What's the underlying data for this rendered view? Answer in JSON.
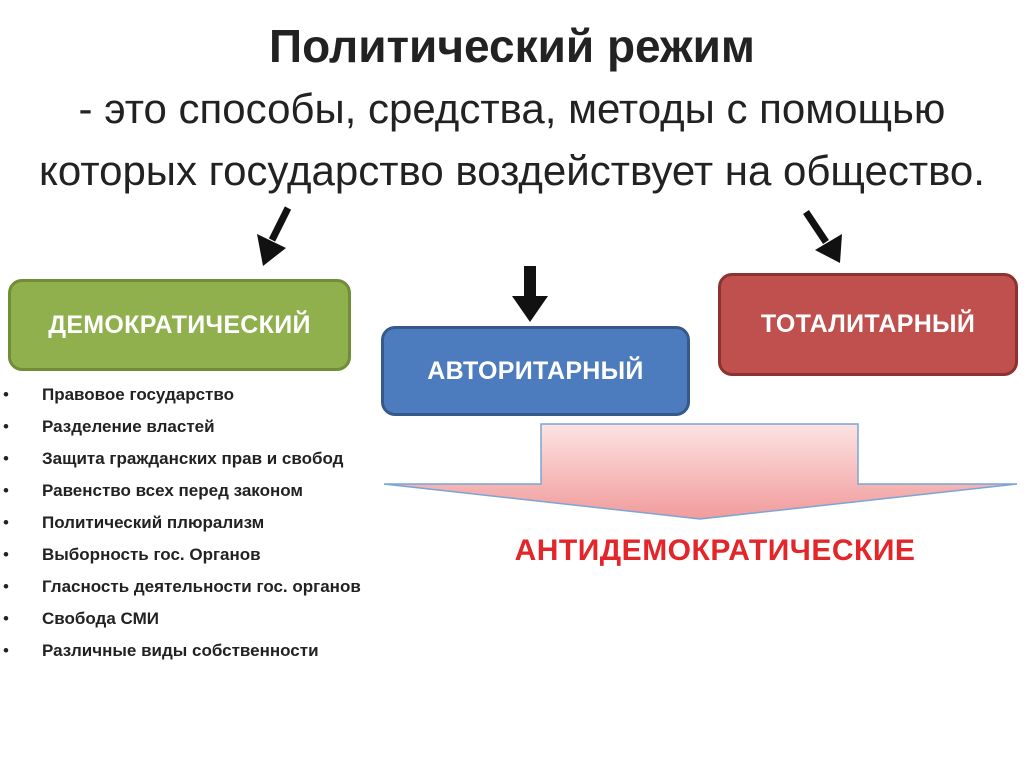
{
  "header": {
    "title": "Политический режим",
    "subtitle": "- это способы, средства, методы с помощью которых государство воздействует на общество."
  },
  "regimes": {
    "democratic": "ДЕМОКРАТИЧЕСКИЙ",
    "authoritarian": "АВТОРИТАРНЫЙ",
    "totalitarian": "ТОТАЛИТАРНЫЙ"
  },
  "democratic_features": [
    "Правовое государство",
    "Разделение властей",
    "Защита гражданских прав и свобод",
    "Равенство всех перед законом",
    "Политический плюрализм",
    "Выборность гос. Органов",
    "Гласность деятельности гос. органов",
    "Свобода СМИ",
    "Различные виды собственности"
  ],
  "bullet_symbol": "•",
  "anti_label": "АНТИДЕМОКРАТИЧЕСКИЕ",
  "colors": {
    "democratic": "#8fb04d",
    "authoritarian": "#4d7cbe",
    "totalitarian": "#c0504d",
    "anti_text": "#e3262a",
    "big_arrow_fill": "#f4a7a7"
  },
  "icons": {
    "arrows": "down-arrow-icon",
    "big_arrow": "big-down-arrow-icon"
  }
}
